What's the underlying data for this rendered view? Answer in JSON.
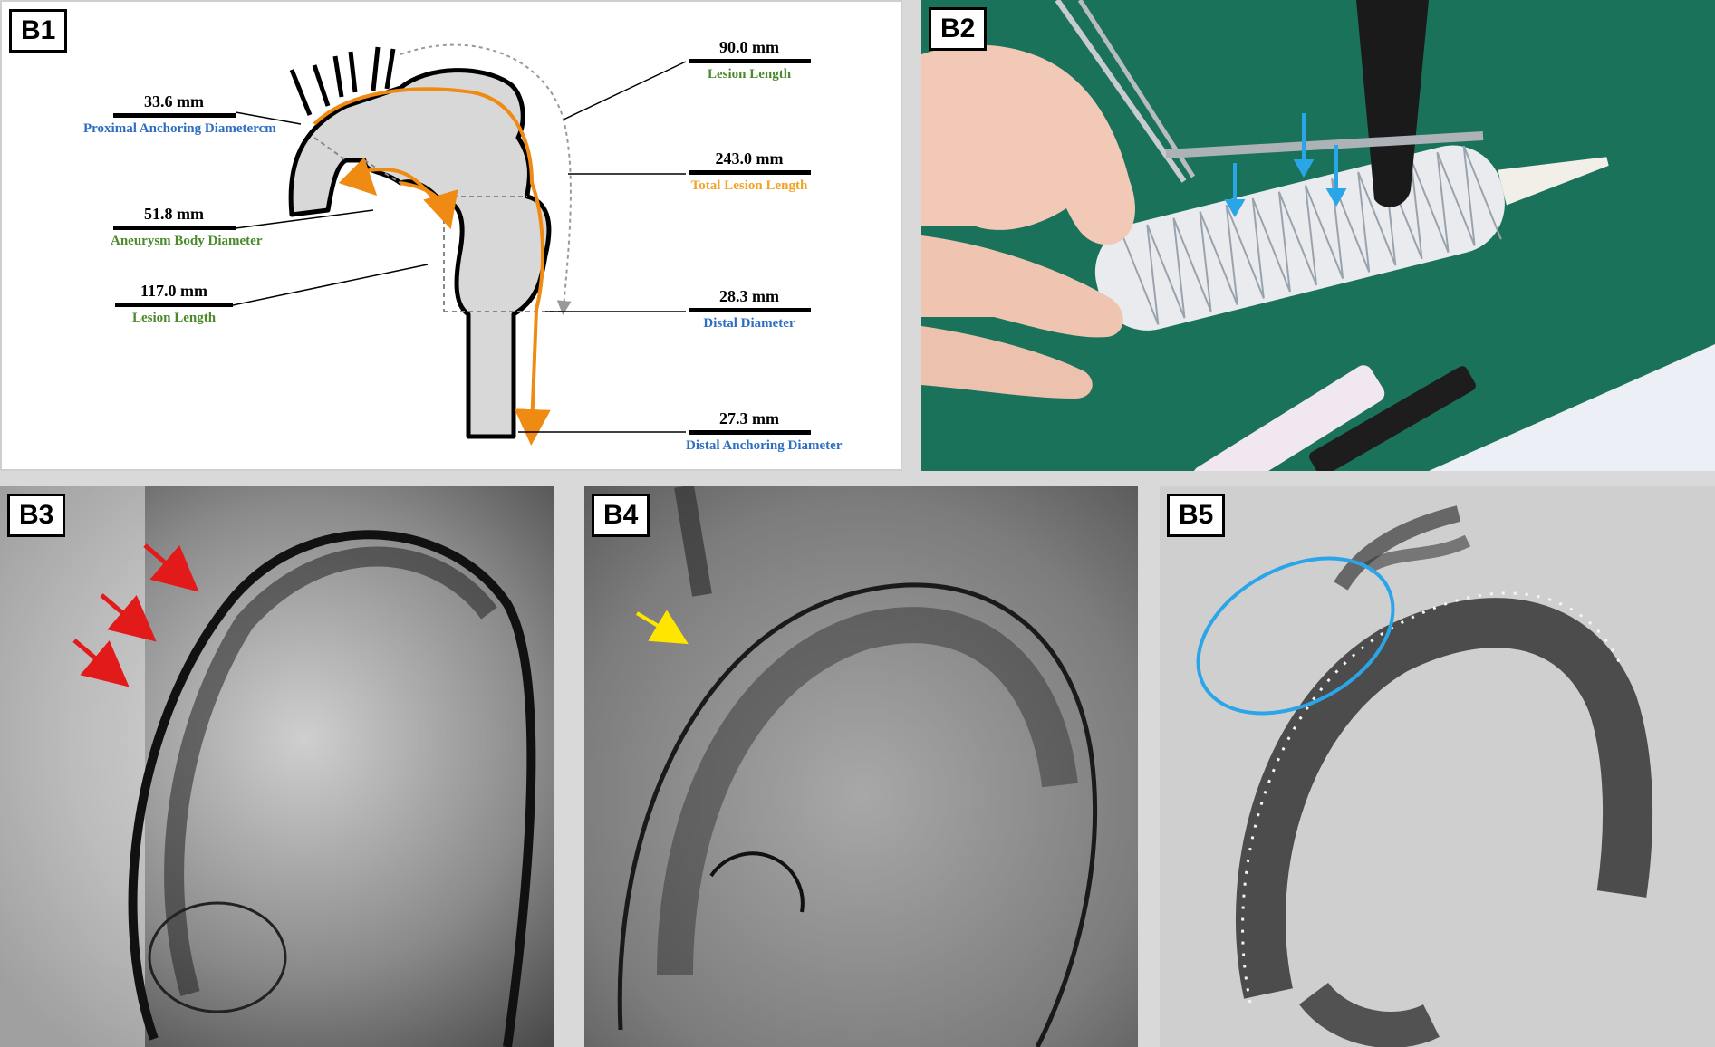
{
  "panels": {
    "b1": {
      "label": "B1",
      "measurements": [
        {
          "value": "33.6 mm",
          "caption": "Proximal Anchoring Diametercm",
          "color": "#2e6ec2"
        },
        {
          "value": "51.8 mm",
          "caption": "Aneurysm Body Diameter",
          "color": "#4b8a2a"
        },
        {
          "value": "117.0 mm",
          "caption": "Lesion Length",
          "color": "#4b8a2a"
        },
        {
          "value": "90.0 mm",
          "caption": "Lesion Length",
          "color": "#4b8a2a"
        },
        {
          "value": "243.0 mm",
          "caption": "Total Lesion Length",
          "color": "#f2a229"
        },
        {
          "value": "28.3 mm",
          "caption": "Distal Diameter",
          "color": "#2e6ec2"
        },
        {
          "value": "27.3 mm",
          "caption": "Distal Anchoring Diameter",
          "color": "#2e6ec2"
        }
      ]
    },
    "b2": {
      "label": "B2"
    },
    "b3": {
      "label": "B3"
    },
    "b4": {
      "label": "B4"
    },
    "b5": {
      "label": "B5"
    }
  },
  "colors": {
    "aorta_fill": "#d8d8d8",
    "orange_arrow": "#ef8a12",
    "red_arrow": "#e21a1a",
    "yellow_arrow": "#ffe600",
    "blue_arrow": "#2aa6e8",
    "blue_ellipse": "#2aa6e8",
    "surgical_green": "#1f7a62"
  }
}
